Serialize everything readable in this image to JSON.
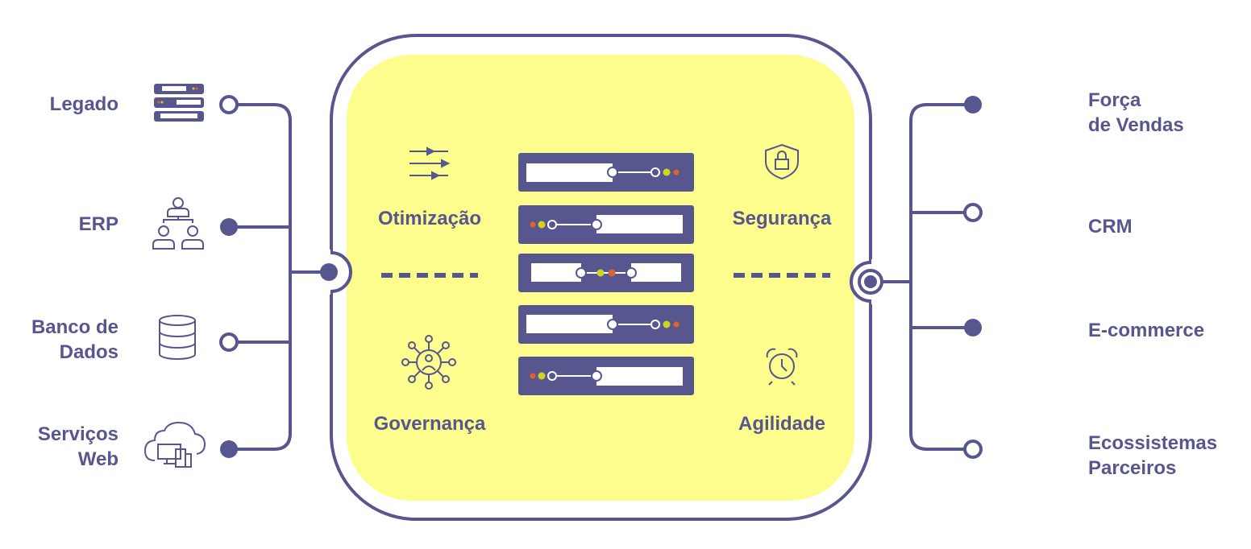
{
  "colors": {
    "primary": "#58568f",
    "core": "#fdfd8e",
    "led_orange": "#e0642a",
    "led_yellow": "#cfd41e"
  },
  "sources": [
    {
      "lines": [
        "Legado"
      ],
      "icon": "server-rack-icon",
      "connector": "open"
    },
    {
      "lines": [
        "ERP"
      ],
      "icon": "org-chart-icon",
      "connector": "filled"
    },
    {
      "lines": [
        "Banco de",
        "Dados"
      ],
      "icon": "database-icon",
      "connector": "open"
    },
    {
      "lines": [
        "Serviços",
        "Web"
      ],
      "icon": "cloud-devices-icon",
      "connector": "filled"
    }
  ],
  "targets": [
    {
      "lines": [
        "Força",
        "de Vendas"
      ],
      "connector": "filled"
    },
    {
      "lines": [
        "CRM"
      ],
      "connector": "open"
    },
    {
      "lines": [
        "E-commerce"
      ],
      "connector": "filled"
    },
    {
      "lines": [
        "Ecossistemas",
        "Parceiros"
      ],
      "connector": "open"
    }
  ],
  "core": {
    "features": [
      {
        "label": "Otimização",
        "icon": "arrows-icon"
      },
      {
        "label": "Segurança",
        "icon": "shield-lock-icon"
      },
      {
        "label": "Governança",
        "icon": "network-person-icon"
      },
      {
        "label": "Agilidade",
        "icon": "alarm-clock-icon"
      }
    ]
  }
}
